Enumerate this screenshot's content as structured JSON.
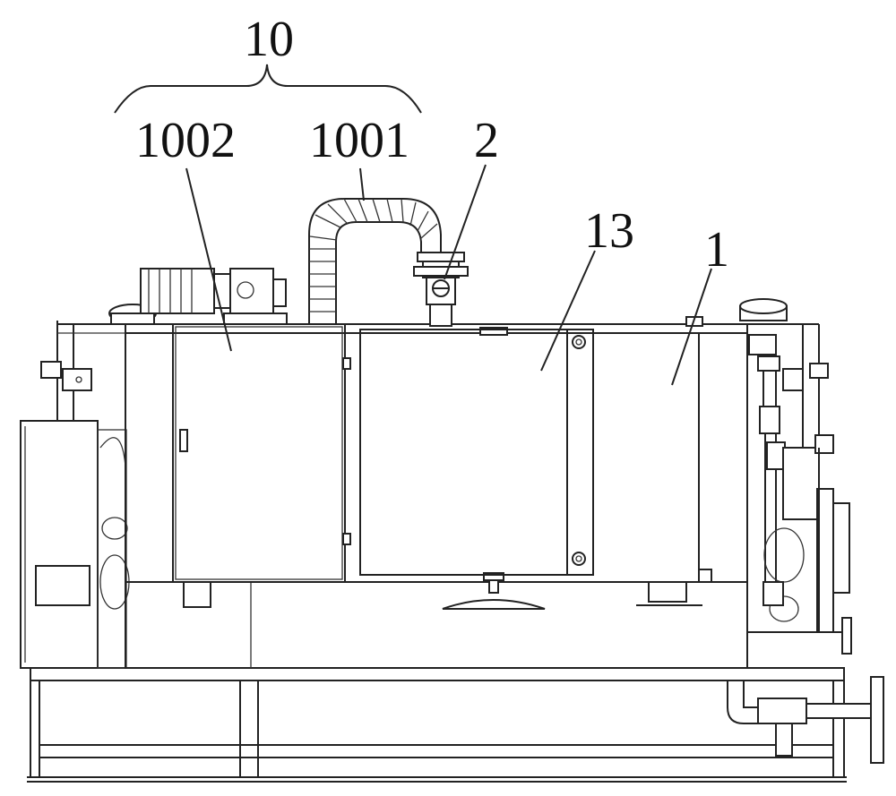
{
  "labels": {
    "group": "10",
    "control_cabinet": "1002",
    "hose": "1001",
    "valve": "2",
    "tank_door": "13",
    "tank": "1"
  },
  "colors": {
    "line": "#222222",
    "background": "#ffffff"
  }
}
